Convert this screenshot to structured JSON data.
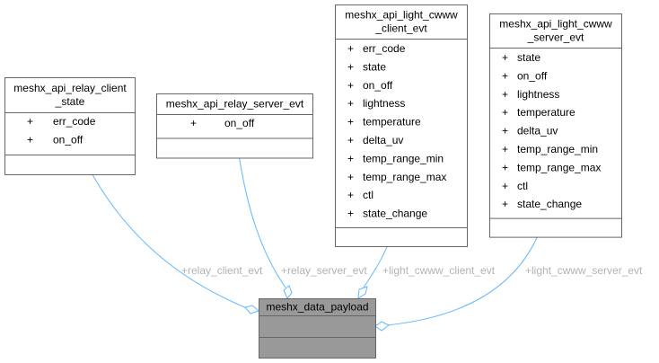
{
  "classes": {
    "relay_client": {
      "title": [
        "meshx_api_relay_client",
        "_state"
      ],
      "fields": [
        "err_code",
        "on_off"
      ]
    },
    "relay_server": {
      "title": [
        "meshx_api_relay_server_evt"
      ],
      "fields": [
        "on_off"
      ]
    },
    "cwww_client": {
      "title": [
        "meshx_api_light_cwww",
        "_client_evt"
      ],
      "fields": [
        "err_code",
        "state",
        "on_off",
        "lightness",
        "temperature",
        "delta_uv",
        "temp_range_min",
        "temp_range_max",
        "ctl",
        "state_change"
      ]
    },
    "cwww_server": {
      "title": [
        "meshx_api_light_cwww",
        "_server_evt"
      ],
      "fields": [
        "state",
        "on_off",
        "lightness",
        "temperature",
        "delta_uv",
        "temp_range_min",
        "temp_range_max",
        "ctl",
        "state_change"
      ]
    },
    "payload": {
      "title": [
        "meshx_data_payload"
      ],
      "fields": []
    }
  },
  "visibility_symbol": "+",
  "edges": {
    "relay_client": "+relay_client_evt",
    "relay_server": "+relay_server_evt",
    "cwww_client": "+light_cwww_client_evt",
    "cwww_server": "+light_cwww_server_evt"
  },
  "colors": {
    "edge": "#63b8ff",
    "payload_fill": "#999999",
    "label": "#b3b3b3"
  }
}
